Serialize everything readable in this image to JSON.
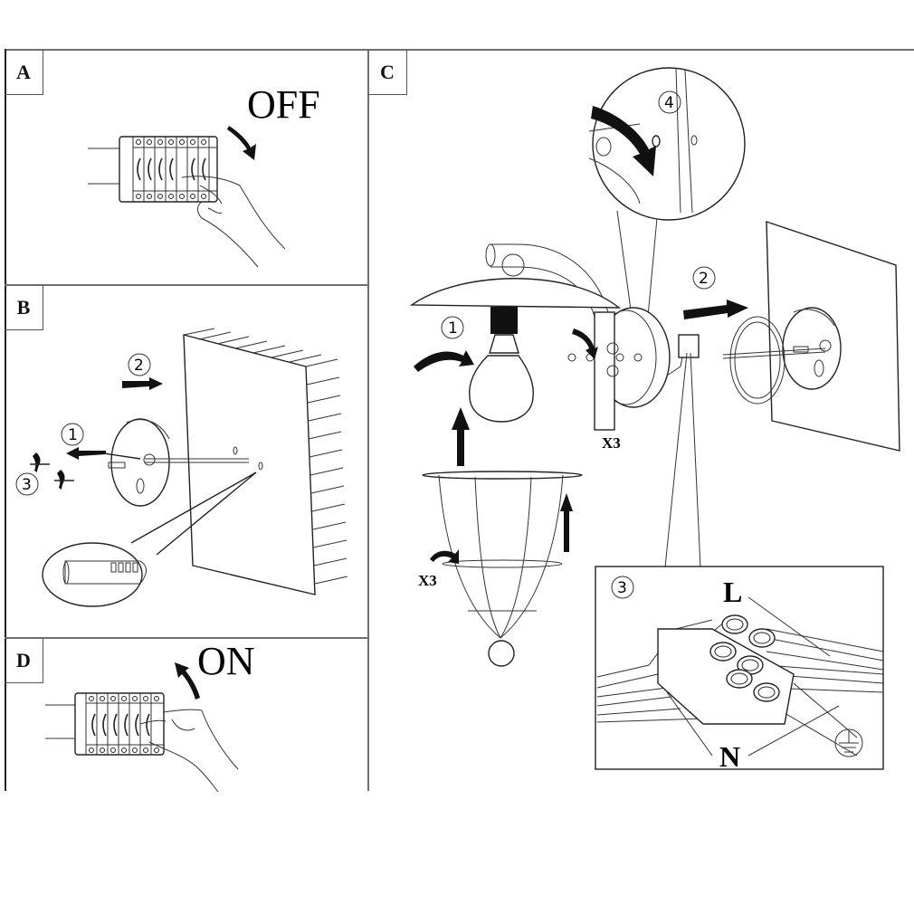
{
  "panels": {
    "A": {
      "label": "A",
      "caption": "OFF",
      "action": "switch-off-breaker"
    },
    "B": {
      "label": "B",
      "steps": [
        "1",
        "2",
        "3"
      ]
    },
    "C": {
      "label": "C",
      "steps": [
        "1",
        "2",
        "3",
        "4"
      ],
      "quantity_screws_top": "X3",
      "quantity_screws_cage": "X3"
    },
    "D": {
      "label": "D",
      "caption": "ON",
      "action": "switch-on-breaker"
    }
  },
  "wiring": {
    "live": "L",
    "neutral": "N",
    "earth_icon": "ground-symbol"
  },
  "colors": {
    "line": "#222222",
    "frame": "#6e6e6e",
    "background": "#ffffff"
  }
}
